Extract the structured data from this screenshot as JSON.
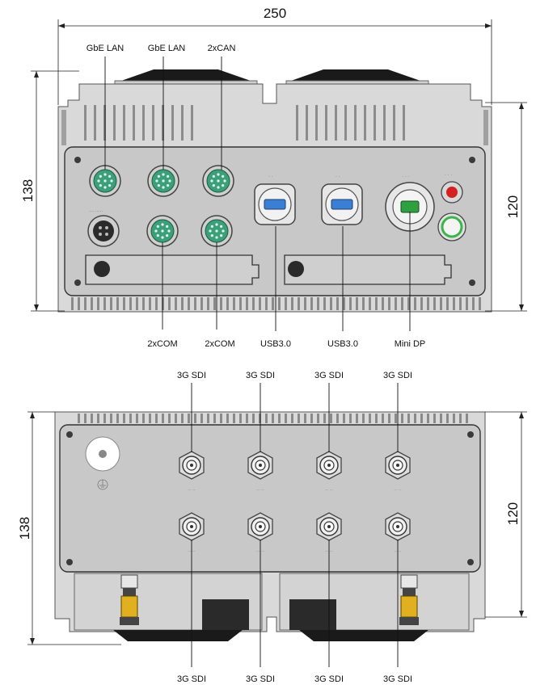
{
  "dimensions": {
    "top": {
      "width": "250",
      "height": "138",
      "panel_height": "120"
    },
    "bottom": {
      "height": "138",
      "panel_height": "120"
    }
  },
  "top_view": {
    "labels_above": [
      "GbE LAN",
      "GbE LAN",
      "2xCAN"
    ],
    "labels_below": [
      "2xCOM",
      "2xCOM",
      "USB3.0",
      "USB3.0",
      "Mini DP"
    ]
  },
  "bottom_view": {
    "labels_above": [
      "3G SDI",
      "3G SDI",
      "3G SDI",
      "3G SDI"
    ],
    "labels_below": [
      "3G SDI",
      "3G SDI",
      "3G SDI",
      "3G SDI"
    ]
  },
  "colors": {
    "m12_connector": "#3aa07a",
    "usb_port": "#3b7fd4",
    "power_led": "#d42020",
    "status_ring": "#39b54a",
    "sma_gold": "#e0b020",
    "minidp_green": "#2fa040"
  }
}
